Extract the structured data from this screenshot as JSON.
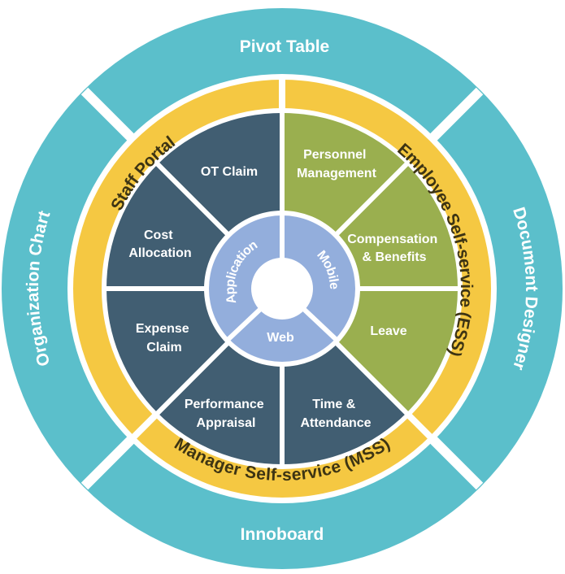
{
  "outer_ring": {
    "top": "Pivot Table",
    "left": "Organization Chart",
    "right": "Document Designer",
    "bottom": "Innoboard"
  },
  "yellow_ring": {
    "staff_portal": "Staff Portal",
    "ess": "Employee Self-service (ESS)",
    "mss": "Manager Self-service (MSS)"
  },
  "segments": {
    "ot_claim": [
      "OT Claim"
    ],
    "cost_allocation": [
      "Cost",
      "Allocation"
    ],
    "expense_claim": [
      "Expense",
      "Claim"
    ],
    "performance_appraisal": [
      "Performance",
      "Appraisal"
    ],
    "time_attendance": [
      "Time &",
      "Attendance"
    ],
    "leave": [
      "Leave"
    ],
    "compensation_benefits": [
      "Compensation",
      "& Benefits"
    ],
    "personnel_management": [
      "Personnel",
      "Management"
    ]
  },
  "core": {
    "application": "Application",
    "mobile": "Mobile",
    "web": "Web"
  },
  "colors": {
    "teal": "#5bbfcb",
    "yellow": "#f5c842",
    "dark_blue": "#415e72",
    "olive": "#9aaf4f",
    "light_blue": "#93aedc",
    "divider": "#ffffff"
  }
}
